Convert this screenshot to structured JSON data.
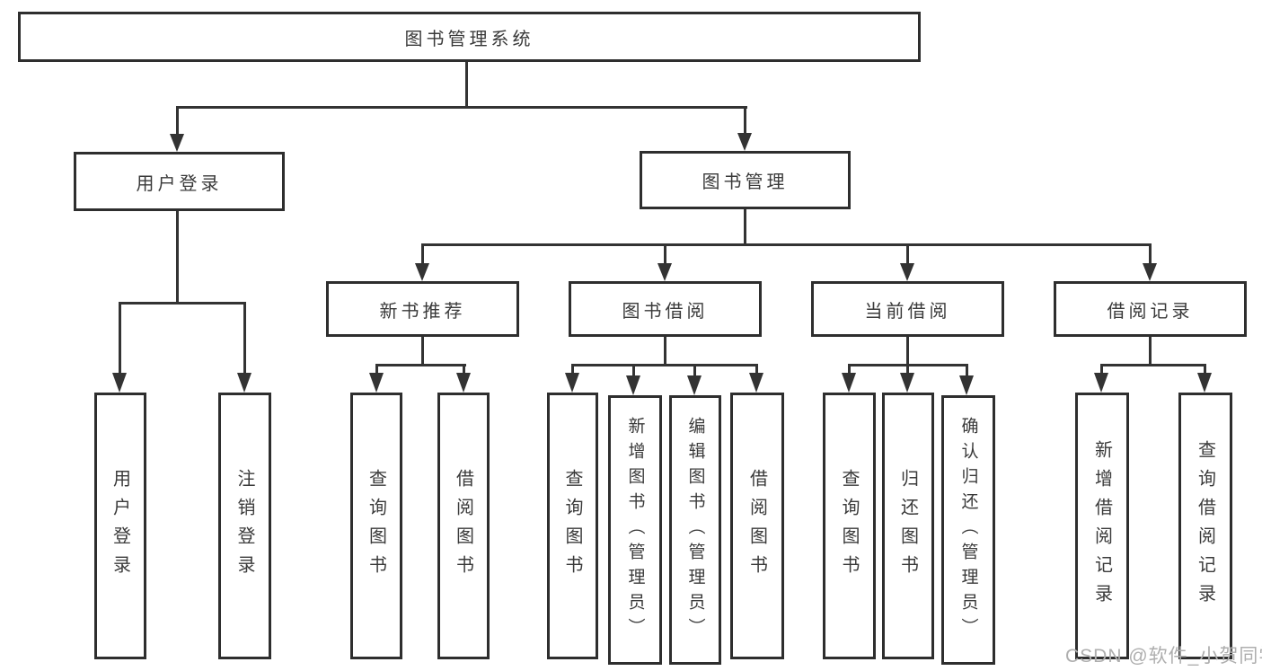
{
  "colors": {
    "line": "#333333",
    "box_border": "#2e2e2e",
    "text": "#3a3a3a",
    "watermark": "#aeaeae",
    "background": "#ffffff"
  },
  "diagram": {
    "root": {
      "label": "图书管理系统"
    },
    "level2": [
      {
        "id": "user-login",
        "label": "用户登录",
        "parent": "图书管理系统"
      },
      {
        "id": "book-management",
        "label": "图书管理",
        "parent": "图书管理系统"
      }
    ],
    "level3": [
      {
        "id": "new-book-recommend",
        "label": "新书推荐",
        "parent": "图书管理"
      },
      {
        "id": "book-borrowing",
        "label": "图书借阅",
        "parent": "图书管理"
      },
      {
        "id": "current-borrowing",
        "label": "当前借阅",
        "parent": "图书管理"
      },
      {
        "id": "borrowing-records",
        "label": "借阅记录",
        "parent": "图书管理"
      }
    ],
    "leaves": [
      {
        "id": "user-login-leaf",
        "label": "用户登录",
        "parent": "用户登录"
      },
      {
        "id": "logout",
        "label": "注销登录",
        "parent": "用户登录"
      },
      {
        "id": "query-books-recommend",
        "label": "查询图书",
        "parent": "新书推荐"
      },
      {
        "id": "borrow-books-recommend",
        "label": "借阅图书",
        "parent": "新书推荐"
      },
      {
        "id": "query-books-borrowing",
        "label": "查询图书",
        "parent": "图书借阅"
      },
      {
        "id": "add-books-admin",
        "label": "新增图书（管理员）",
        "parent": "图书借阅"
      },
      {
        "id": "edit-books-admin",
        "label": "编辑图书（管理员）",
        "parent": "图书借阅"
      },
      {
        "id": "borrow-books",
        "label": "借阅图书",
        "parent": "图书借阅"
      },
      {
        "id": "query-books-current",
        "label": "查询图书",
        "parent": "当前借阅"
      },
      {
        "id": "return-books",
        "label": "归还图书",
        "parent": "当前借阅"
      },
      {
        "id": "confirm-return-admin",
        "label": "确认归还（管理员）",
        "parent": "当前借阅"
      },
      {
        "id": "add-borrow-record",
        "label": "新增借阅记录",
        "parent": "借阅记录"
      },
      {
        "id": "query-borrow-record",
        "label": "查询借阅记录",
        "parent": "借阅记录"
      }
    ],
    "watermark": "CSDN @软件_小贺同学"
  }
}
